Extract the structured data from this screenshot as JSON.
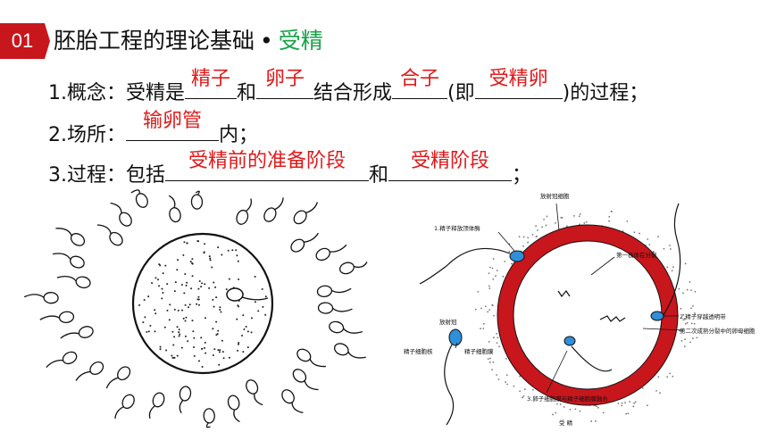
{
  "badge": "01",
  "title": {
    "main": "胚胎工程的理论基础",
    "dot": "•",
    "accent": "受精"
  },
  "line1": {
    "prefix": "1.概念：受精是",
    "a1": "精子",
    "mid1": "和",
    "a2": "卵子",
    "mid2": "结合形成",
    "a3": "合子",
    "mid3": "(即",
    "a4": "受精卵",
    "suffix": ")的过程；"
  },
  "line2": {
    "prefix": "2.场所：",
    "a1": "输卵管",
    "suffix": "内；"
  },
  "line3": {
    "prefix": "3.过程：包括",
    "a1": "受精前的准备阶段",
    "mid1": "和",
    "a2": "受精阶段",
    "suffix": "；"
  },
  "diagram": {
    "labels": {
      "corona": "放射冠细胞",
      "acrosome": "1.精子释放顶体酶",
      "polar": "第一极体在分裂",
      "zona": "2.精子穿越透明带",
      "meiosis": "第二次成熟分裂中的卵母细胞",
      "fusion": "3.卵子细胞膜与精子细胞膜融合",
      "corona2": "放射冠",
      "sperm_nucleus": "精子细胞核",
      "sperm_membrane": "精子细胞膜",
      "caption": "受 精"
    }
  },
  "colors": {
    "badge": "#c8161d",
    "answer": "#e0191a",
    "accent": "#17a34a",
    "zona": "#c8161d"
  }
}
